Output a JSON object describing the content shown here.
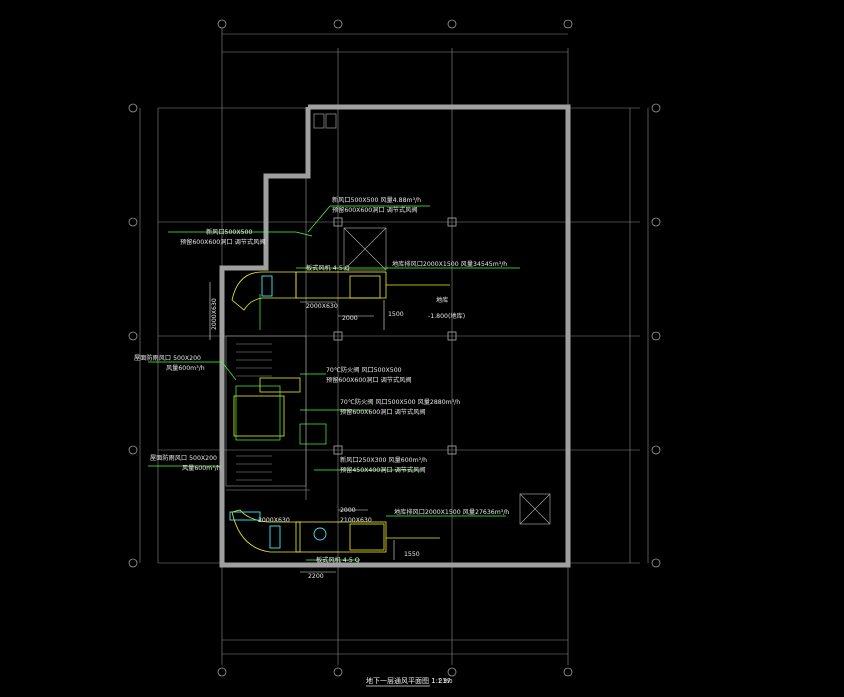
{
  "drawing": {
    "title": "地下一层通风平面图 1:23?",
    "scale_note": "1:150"
  },
  "labels": {
    "supply_top": "新风口500X500  风量4.88m³/h",
    "supply_top_sub": "预留600X600洞口  调节式风阀",
    "left_top": "新风口500X500",
    "left_top_sub": "预留600X600洞口  调节式风阀",
    "exhaust_mid": "地库排风口2000X1500  风量34545m³/h",
    "fan_note": "板式风机 4-5 Q",
    "duct_top": "2000X630",
    "duct_left": "2000X630",
    "dim_2000_a": "2000",
    "dim_1500": "1500",
    "left_mid": "屋面防雨风口 500X200",
    "left_mid_sub": "风量600m³/h",
    "fire_1": "70℃防火阀 风口500X500",
    "fire_1_sub": "预留600X600洞口  调节式风阀",
    "fire_2": "70℃防火阀 风口500X500  风量2880m³/h",
    "fire_2_sub": "预留600X600洞口  调节式风阀",
    "vent_3": "新风口250X300  风量600m³/h",
    "vent_3_sub": "预留450X400洞口  调节式风阀",
    "left_low": "屋面防雨风口 500X200",
    "left_low_sub": "风量600m³/h",
    "dim_2000_b": "2000",
    "duct_bottom": "2100X630",
    "exhaust_low": "地库排风口2000X1500  风量27636m³/h",
    "fan_note_low": "板式风机 4-5 Q",
    "dim_2200": "2200",
    "dim_1550": "1550",
    "dim_2000x630_b": "2000X630",
    "center_note": "地库",
    "center_note2": "-1.800(地库)"
  },
  "colors": {
    "wall": "#a0a0a0",
    "text": "#e8e8e8",
    "green": "#4cff3a",
    "yellow": "#f2ee22",
    "cyan": "#3fe6ff",
    "grid": "#8c8c8c"
  }
}
